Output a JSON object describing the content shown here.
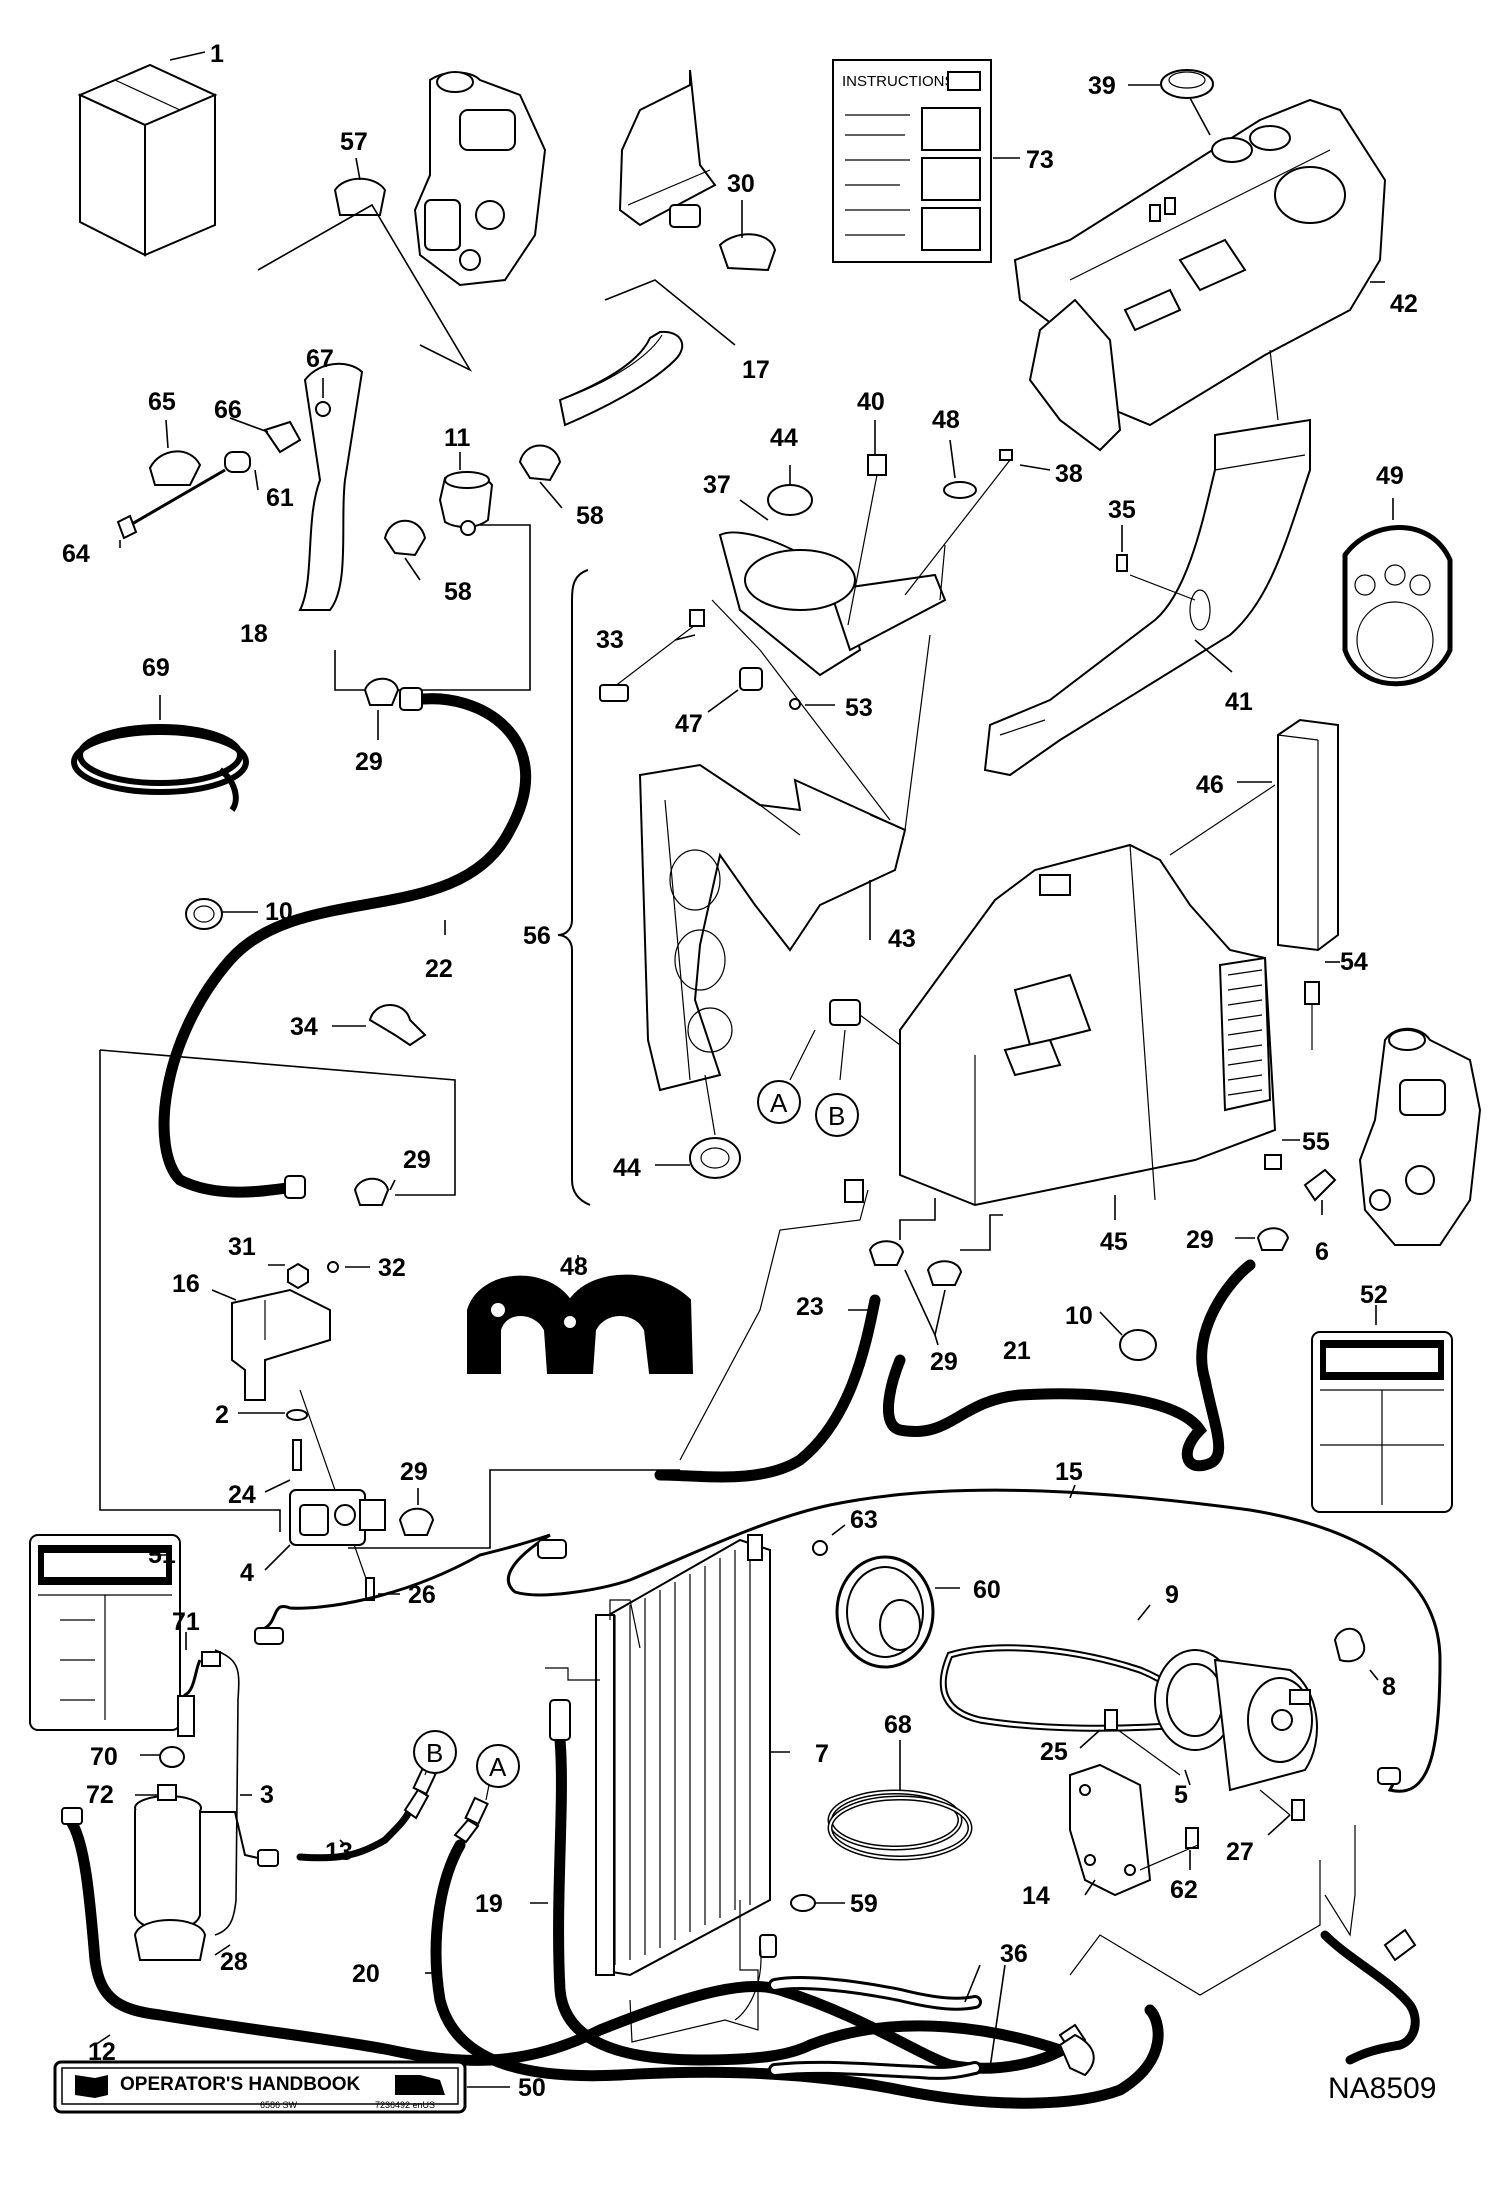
{
  "drawing_code": "NA8509",
  "instructions_title": "INSTRUCTIONS",
  "handbook": {
    "title": "OPERATOR'S HANDBOOK",
    "code_left": "6586 SW",
    "code_right": "7236492 enUS"
  },
  "bracket_label": "56",
  "connectors": [
    {
      "id": "A",
      "label": "A"
    },
    {
      "id": "B",
      "label": "B"
    },
    {
      "id": "B2",
      "label": "B"
    },
    {
      "id": "A2",
      "label": "A"
    }
  ],
  "callouts": [
    {
      "id": "c1",
      "label": "1"
    },
    {
      "id": "c57",
      "label": "57"
    },
    {
      "id": "c30",
      "label": "30"
    },
    {
      "id": "c73",
      "label": "73"
    },
    {
      "id": "c39",
      "label": "39"
    },
    {
      "id": "c42",
      "label": "42"
    },
    {
      "id": "c67",
      "label": "67"
    },
    {
      "id": "c17",
      "label": "17"
    },
    {
      "id": "c65",
      "label": "65"
    },
    {
      "id": "c66",
      "label": "66"
    },
    {
      "id": "c11",
      "label": "11"
    },
    {
      "id": "c40",
      "label": "40"
    },
    {
      "id": "c48a",
      "label": "48"
    },
    {
      "id": "c44a",
      "label": "44"
    },
    {
      "id": "c37",
      "label": "37"
    },
    {
      "id": "c38",
      "label": "38"
    },
    {
      "id": "c61",
      "label": "61"
    },
    {
      "id": "c58a",
      "label": "58"
    },
    {
      "id": "c64",
      "label": "64"
    },
    {
      "id": "c58b",
      "label": "58"
    },
    {
      "id": "c35",
      "label": "35"
    },
    {
      "id": "c49",
      "label": "49"
    },
    {
      "id": "c18",
      "label": "18"
    },
    {
      "id": "c33",
      "label": "33"
    },
    {
      "id": "c69",
      "label": "69"
    },
    {
      "id": "c29a",
      "label": "29"
    },
    {
      "id": "c47",
      "label": "47"
    },
    {
      "id": "c53",
      "label": "53"
    },
    {
      "id": "c41",
      "label": "41"
    },
    {
      "id": "c46",
      "label": "46"
    },
    {
      "id": "c10a",
      "label": "10"
    },
    {
      "id": "c22",
      "label": "22"
    },
    {
      "id": "c56",
      "label": "56"
    },
    {
      "id": "c43",
      "label": "43"
    },
    {
      "id": "c54",
      "label": "54"
    },
    {
      "id": "c34",
      "label": "34"
    },
    {
      "id": "c29b",
      "label": "29"
    },
    {
      "id": "c44b",
      "label": "44"
    },
    {
      "id": "c55",
      "label": "55"
    },
    {
      "id": "c31",
      "label": "31"
    },
    {
      "id": "c32",
      "label": "32"
    },
    {
      "id": "c16",
      "label": "16"
    },
    {
      "id": "c48b",
      "label": "48"
    },
    {
      "id": "c45",
      "label": "45"
    },
    {
      "id": "c29c",
      "label": "29"
    },
    {
      "id": "c6",
      "label": "6"
    },
    {
      "id": "c23",
      "label": "23"
    },
    {
      "id": "c10b",
      "label": "10"
    },
    {
      "id": "c52",
      "label": "52"
    },
    {
      "id": "c2",
      "label": "2"
    },
    {
      "id": "c29d",
      "label": "29"
    },
    {
      "id": "c21",
      "label": "21"
    },
    {
      "id": "c24",
      "label": "24"
    },
    {
      "id": "c29e",
      "label": "29"
    },
    {
      "id": "c15",
      "label": "15"
    },
    {
      "id": "c63",
      "label": "63"
    },
    {
      "id": "c4",
      "label": "4"
    },
    {
      "id": "c51",
      "label": "51"
    },
    {
      "id": "c60",
      "label": "60"
    },
    {
      "id": "c26",
      "label": "26"
    },
    {
      "id": "c9",
      "label": "9"
    },
    {
      "id": "c71",
      "label": "71"
    },
    {
      "id": "c8",
      "label": "8"
    },
    {
      "id": "c25",
      "label": "25"
    },
    {
      "id": "c68",
      "label": "68"
    },
    {
      "id": "c7",
      "label": "7"
    },
    {
      "id": "c70",
      "label": "70"
    },
    {
      "id": "c3",
      "label": "3"
    },
    {
      "id": "c5",
      "label": "5"
    },
    {
      "id": "c27",
      "label": "27"
    },
    {
      "id": "c72",
      "label": "72"
    },
    {
      "id": "c13",
      "label": "13"
    },
    {
      "id": "c62",
      "label": "62"
    },
    {
      "id": "c14",
      "label": "14"
    },
    {
      "id": "c19",
      "label": "19"
    },
    {
      "id": "c59",
      "label": "59"
    },
    {
      "id": "c28",
      "label": "28"
    },
    {
      "id": "c20",
      "label": "20"
    },
    {
      "id": "c36",
      "label": "36"
    },
    {
      "id": "c12",
      "label": "12"
    },
    {
      "id": "c50",
      "label": "50"
    }
  ]
}
